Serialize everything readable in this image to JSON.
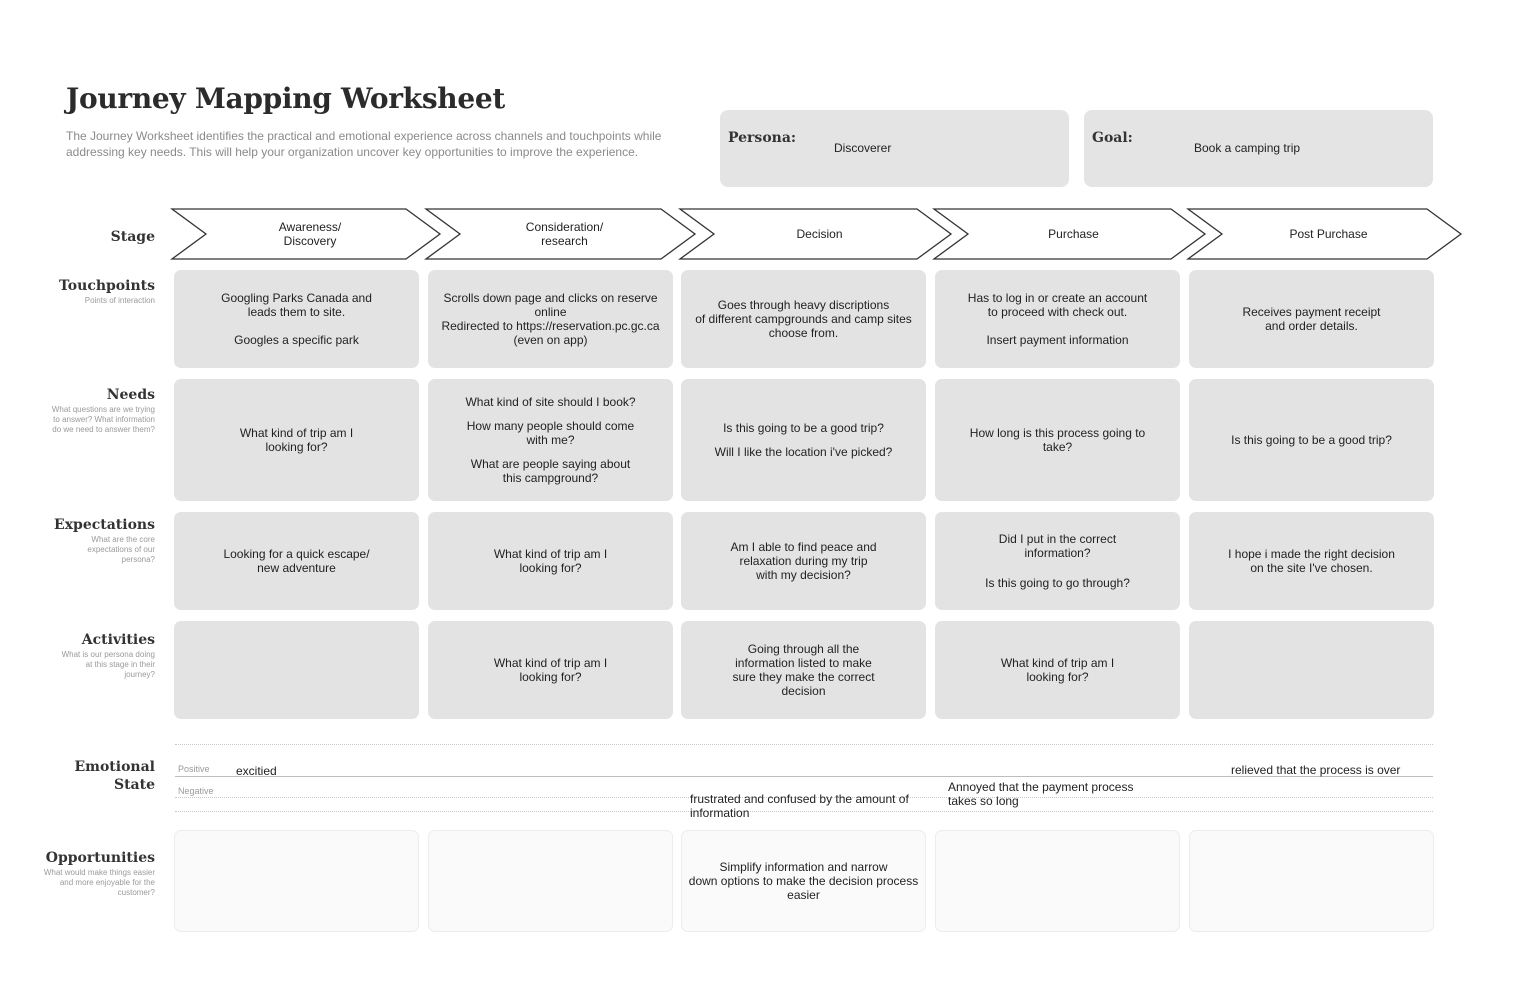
{
  "header": {
    "title": "Journey Mapping Worksheet",
    "intro": "The Journey Worksheet identifies the practical and emotional experience across channels and touchpoints while addressing key needs. This will help your organization uncover key opportunities to improve the experience.",
    "persona_label": "Persona:",
    "persona_value": "Discoverer",
    "goal_label": "Goal:",
    "goal_value": "Book a camping trip"
  },
  "rows": {
    "stage": {
      "title": "Stage"
    },
    "touchpoints": {
      "title": "Touchpoints",
      "subtitle": "Points of interaction"
    },
    "needs": {
      "title": "Needs",
      "subtitle": "What questions are we trying to answer? What information do we need to answer them?"
    },
    "expectations": {
      "title": "Expectations",
      "subtitle": "What are the core expectations of our persona?"
    },
    "activities": {
      "title": "Activities",
      "subtitle": "What is our persona doing at this stage in their journey?"
    },
    "emotional": {
      "title": "Emotional State",
      "positive": "Positive",
      "negative": "Negative"
    },
    "opportunities": {
      "title": "Opportunities",
      "subtitle": "What would make things easier and more enjoyable for the customer?"
    }
  },
  "stages": [
    "Awareness/\nDiscovery",
    "Consideration/\nresearch",
    "Decision",
    "Purchase",
    "Post Purchase"
  ],
  "touchpoints": [
    [
      "Googling Parks Canada and\nleads them to site.",
      "Googles a specific park"
    ],
    [
      "Scrolls down page and clicks on reserve\nonline\nRedirected to https://reservation.pc.gc.ca\n(even on app)"
    ],
    [
      "Goes through heavy discriptions\nof different campgrounds and camp sites\nchoose from."
    ],
    [
      "Has to log in or create an account\nto proceed with check out.",
      "Insert payment information"
    ],
    [
      "Receives payment receipt\nand order details."
    ]
  ],
  "needs": [
    [
      "What kind of trip am I\nlooking for?"
    ],
    [
      "What kind of site should I book?",
      "How many people should come\nwith me?",
      "What are people saying about\nthis campground?"
    ],
    [
      "Is this going to be a good trip?",
      "Will I like the location i've picked?"
    ],
    [
      "How long is this process going to\ntake?"
    ],
    [
      "Is this going to be a good trip?"
    ]
  ],
  "expectations": [
    [
      "Looking for a quick escape/\nnew adventure"
    ],
    [
      "What kind of trip am I\nlooking for?"
    ],
    [
      "Am I able to find peace and\nrelaxation during my trip\nwith my decision?"
    ],
    [
      "Did I put in the correct\ninformation?",
      "Is this going to go through?"
    ],
    [
      "I hope i made the right decision\non the site I've chosen."
    ]
  ],
  "activities": [
    [],
    [
      "What kind of trip am I\nlooking for?"
    ],
    [
      "Going through all the\ninformation listed to make\nsure they make the correct\ndecision"
    ],
    [
      "What kind of trip am I\nlooking for?"
    ],
    []
  ],
  "emotions": {
    "pos1": "excitied",
    "neg1": "frustrated and confused by the amount of\ninformation",
    "neg2": "Annoyed that the payment process\ntakes so long",
    "pos2": "relieved that the process is over"
  },
  "opportunities": [
    [],
    [],
    [
      "Simplify information and narrow\ndown options to make the decision process\neasier"
    ],
    [],
    []
  ]
}
